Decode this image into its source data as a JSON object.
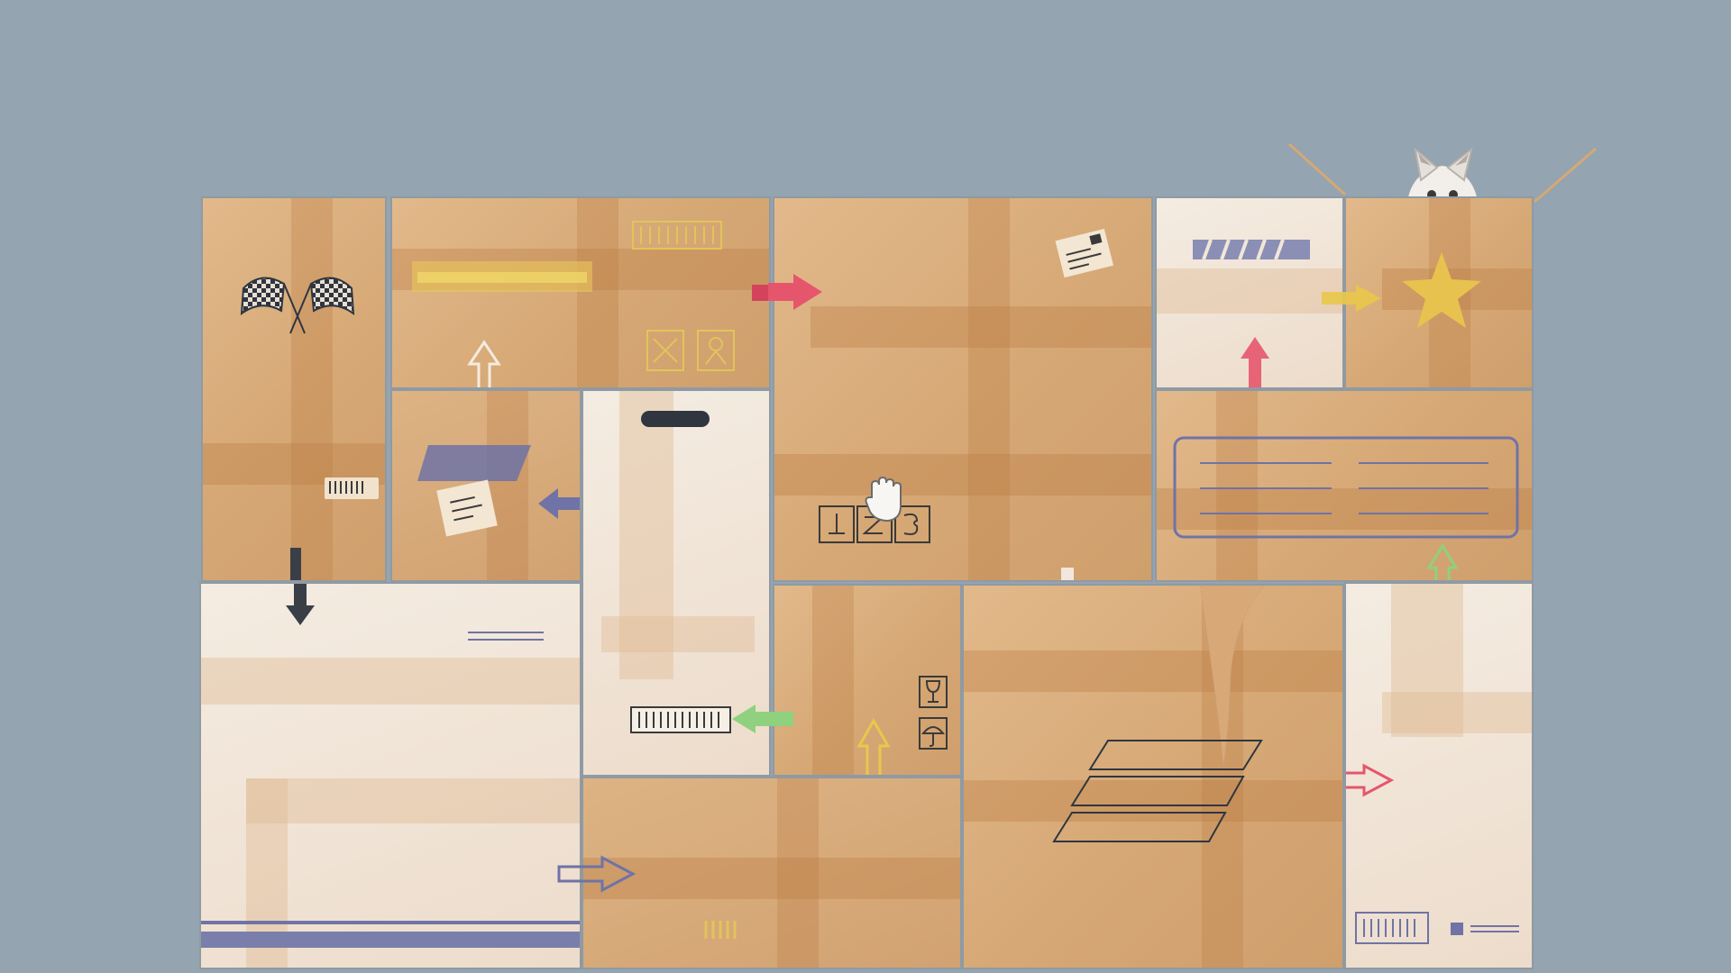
{
  "scene": {
    "background": "#94a4b0",
    "kraft_color": "#d9ab78",
    "white_box_color": "#f2e6d8",
    "cursor_icon": "hand-cursor-icon"
  },
  "boxes": [
    {
      "id": "flag-box",
      "icons": [
        "checkered-flags-icon",
        "barcode-icon",
        "down-arrow-icon"
      ]
    },
    {
      "id": "top-long-box",
      "icons": [
        "barcode-icon",
        "fragile-x-icon",
        "keep-dry-icon",
        "up-arrow-icon"
      ]
    },
    {
      "id": "center-big-box",
      "icons": [
        "shipping-label-icon",
        "handling-symbols-icon",
        "right-arrow-icon"
      ]
    },
    {
      "id": "white-top-box",
      "icons": [
        "stripe-label-icon",
        "up-arrow-icon"
      ]
    },
    {
      "id": "star-goal-box",
      "icons": [
        "star-icon",
        "right-arrow-icon"
      ]
    },
    {
      "id": "cat-box",
      "icons": [
        "cat-icon"
      ]
    },
    {
      "id": "address-label-box",
      "icons": [
        "address-label-icon",
        "up-arrow-icon"
      ]
    }
  ],
  "colors": {
    "arrow_red": "#e5566d",
    "arrow_dark": "#3a3f47",
    "arrow_blue": "#6f73a6",
    "arrow_yellow": "#e8c84a",
    "arrow_green": "#8fd17e",
    "star": "#e8c24e",
    "ink": "#3a3a3a"
  }
}
